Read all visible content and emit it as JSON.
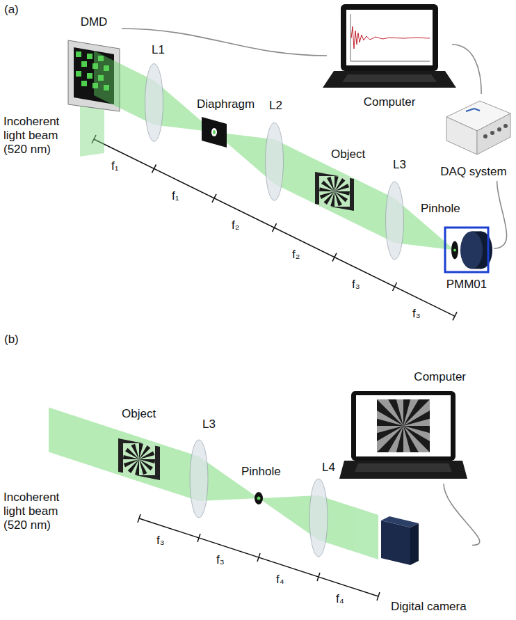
{
  "diagram": {
    "nodes": [
      {
        "text": [
          "DMD"
        ]
      },
      {
        "text": [
          "Computer"
        ]
      },
      {
        "text": [
          "DAQ system"
        ]
      },
      {
        "text": [
          "PMM01"
        ]
      },
      {
        "text": [
          "Computer"
        ]
      },
      {
        "text": [
          "Digital camera"
        ]
      }
    ],
    "edges": [
      {
        "from": 0,
        "to": 1,
        "arrow": "none"
      },
      {
        "from": 1,
        "to": 2,
        "arrow": "none"
      },
      {
        "from": 2,
        "to": 3,
        "arrow": "none"
      },
      {
        "from": 4,
        "to": 5,
        "arrow": "none"
      }
    ],
    "labels": [
      "(a)",
      "Incoherent light beam (520 nm)",
      "L1",
      "Diaphragm",
      "L2",
      "Object",
      "L3",
      "Pinhole",
      "f₁",
      "f₁",
      "f₂",
      "f₂",
      "f₃",
      "f₃",
      "(b)",
      "Incoherent light beam (520 nm)",
      "Object",
      "L3",
      "Pinhole",
      "L4",
      "f₃",
      "f₃",
      "f₄",
      "f₄"
    ]
  }
}
